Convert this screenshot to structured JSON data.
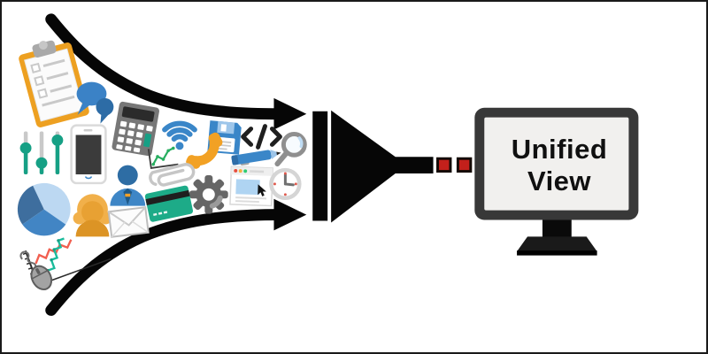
{
  "diagram": {
    "title": "Many data sources funneled into a unified view",
    "monitor": {
      "line1": "Unified",
      "line2": "View",
      "label": "Unified View"
    },
    "connector": {
      "square_count": 2,
      "color": "#c3201b",
      "border_color": "#140a05"
    },
    "colors": {
      "arrow_black": "#060606",
      "monitor_frame": "#383838",
      "monitor_screen": "#f1f0ee",
      "canvas_border": "#1a1a1a",
      "icon_blue": "#3a86c8",
      "icon_dark_blue": "#2e6da4",
      "icon_orange": "#f0a028",
      "icon_amber": "#e8a338",
      "icon_teal": "#16a085",
      "icon_green": "#27ae60",
      "icon_red": "#f15f50",
      "icon_gray": "#8f8f8f"
    },
    "source_icons": [
      "clipboard-checklist",
      "speech-bubbles",
      "calculator",
      "volume-sliders",
      "smartphone",
      "wifi",
      "floppy-disk",
      "telephone-handset",
      "code-brackets",
      "magnifier",
      "pen",
      "small-line-chart",
      "paperclip",
      "gear",
      "browser-window",
      "clock",
      "pie-chart",
      "woman-avatar",
      "man-avatar",
      "envelope",
      "credit-card",
      "large-line-chart",
      "computer-mouse"
    ]
  }
}
